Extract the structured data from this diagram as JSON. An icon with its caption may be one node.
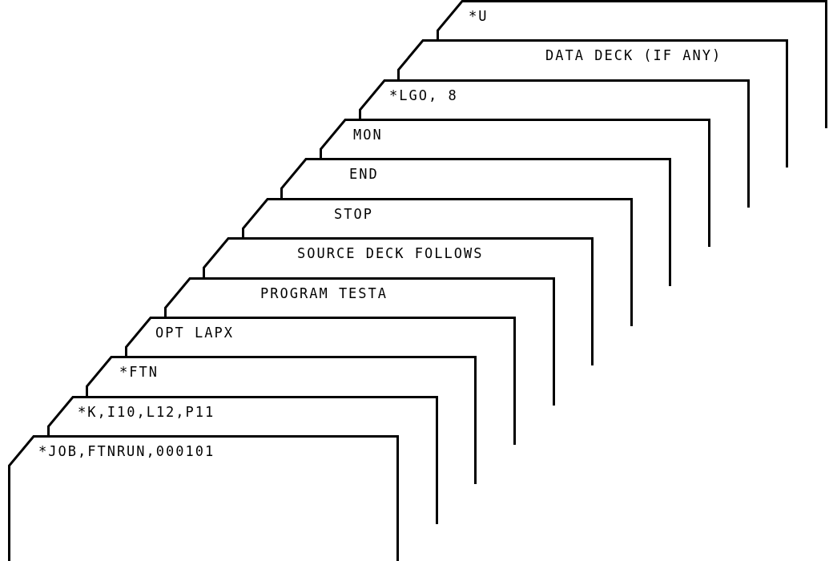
{
  "diagram": {
    "nodes": [
      {
        "text": [
          "*U"
        ]
      },
      {
        "text": [
          "DATA DECK (IF ANY)"
        ]
      },
      {
        "text": [
          "*LGO, 8"
        ]
      },
      {
        "text": [
          "MON"
        ]
      },
      {
        "text": [
          "END"
        ]
      },
      {
        "text": [
          "STOP"
        ]
      },
      {
        "text": [
          "SOURCE DECK FOLLOWS"
        ]
      },
      {
        "text": [
          "PROGRAM TESTA"
        ]
      },
      {
        "text": [
          "OPT LAPX"
        ]
      },
      {
        "text": [
          "*FTN"
        ]
      },
      {
        "text": [
          "*K,I10,L12,P11"
        ]
      },
      {
        "text": [
          "*JOB,FTNRUN,000101"
        ]
      }
    ],
    "edges": []
  }
}
